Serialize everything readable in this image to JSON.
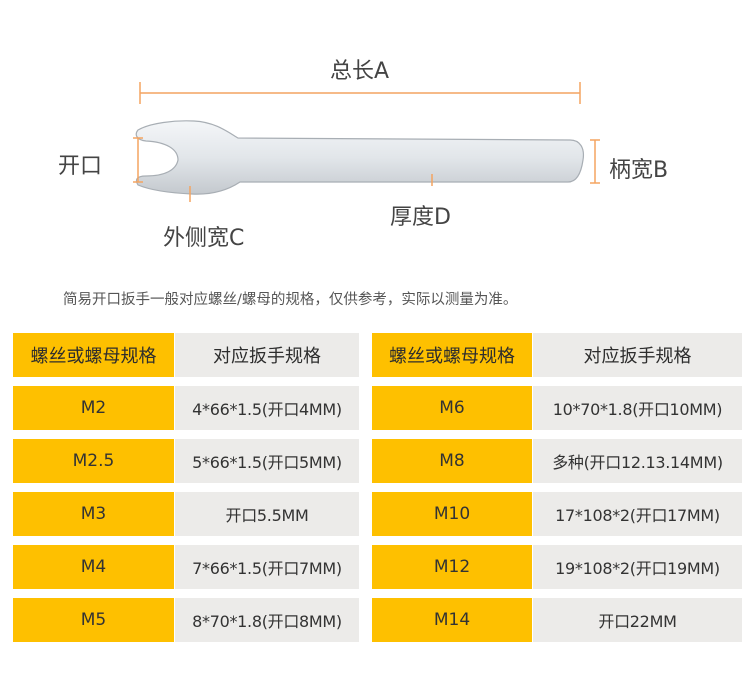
{
  "diagram": {
    "total_length": "总长A",
    "opening": "开口",
    "handle_width": "柄宽B",
    "thickness": "厚度D",
    "outer_width": "外侧宽C"
  },
  "note": "简易开口扳手一般对应螺丝/螺母的规格，仅供参考，实际以测量为准。",
  "colors": {
    "accent": "#fec000",
    "grey": "#ecebe9",
    "dim_line": "#f4a460"
  },
  "table_left": {
    "headers": [
      "螺丝或螺母规格",
      "对应扳手规格"
    ],
    "rows": [
      [
        "M2",
        "4*66*1.5(开口4MM)"
      ],
      [
        "M2.5",
        "5*66*1.5(开口5MM)"
      ],
      [
        "M3",
        "开口5.5MM"
      ],
      [
        "M4",
        "7*66*1.5(开口7MM)"
      ],
      [
        "M5",
        "8*70*1.8(开口8MM)"
      ]
    ]
  },
  "table_right": {
    "headers": [
      "螺丝或螺母规格",
      "对应扳手规格"
    ],
    "rows": [
      [
        "M6",
        "10*70*1.8(开口10MM)"
      ],
      [
        "M8",
        "多种(开口12.13.14MM)"
      ],
      [
        "M10",
        "17*108*2(开口17MM)"
      ],
      [
        "M12",
        "19*108*2(开口19MM)"
      ],
      [
        "M14",
        "开口22MM"
      ]
    ]
  }
}
